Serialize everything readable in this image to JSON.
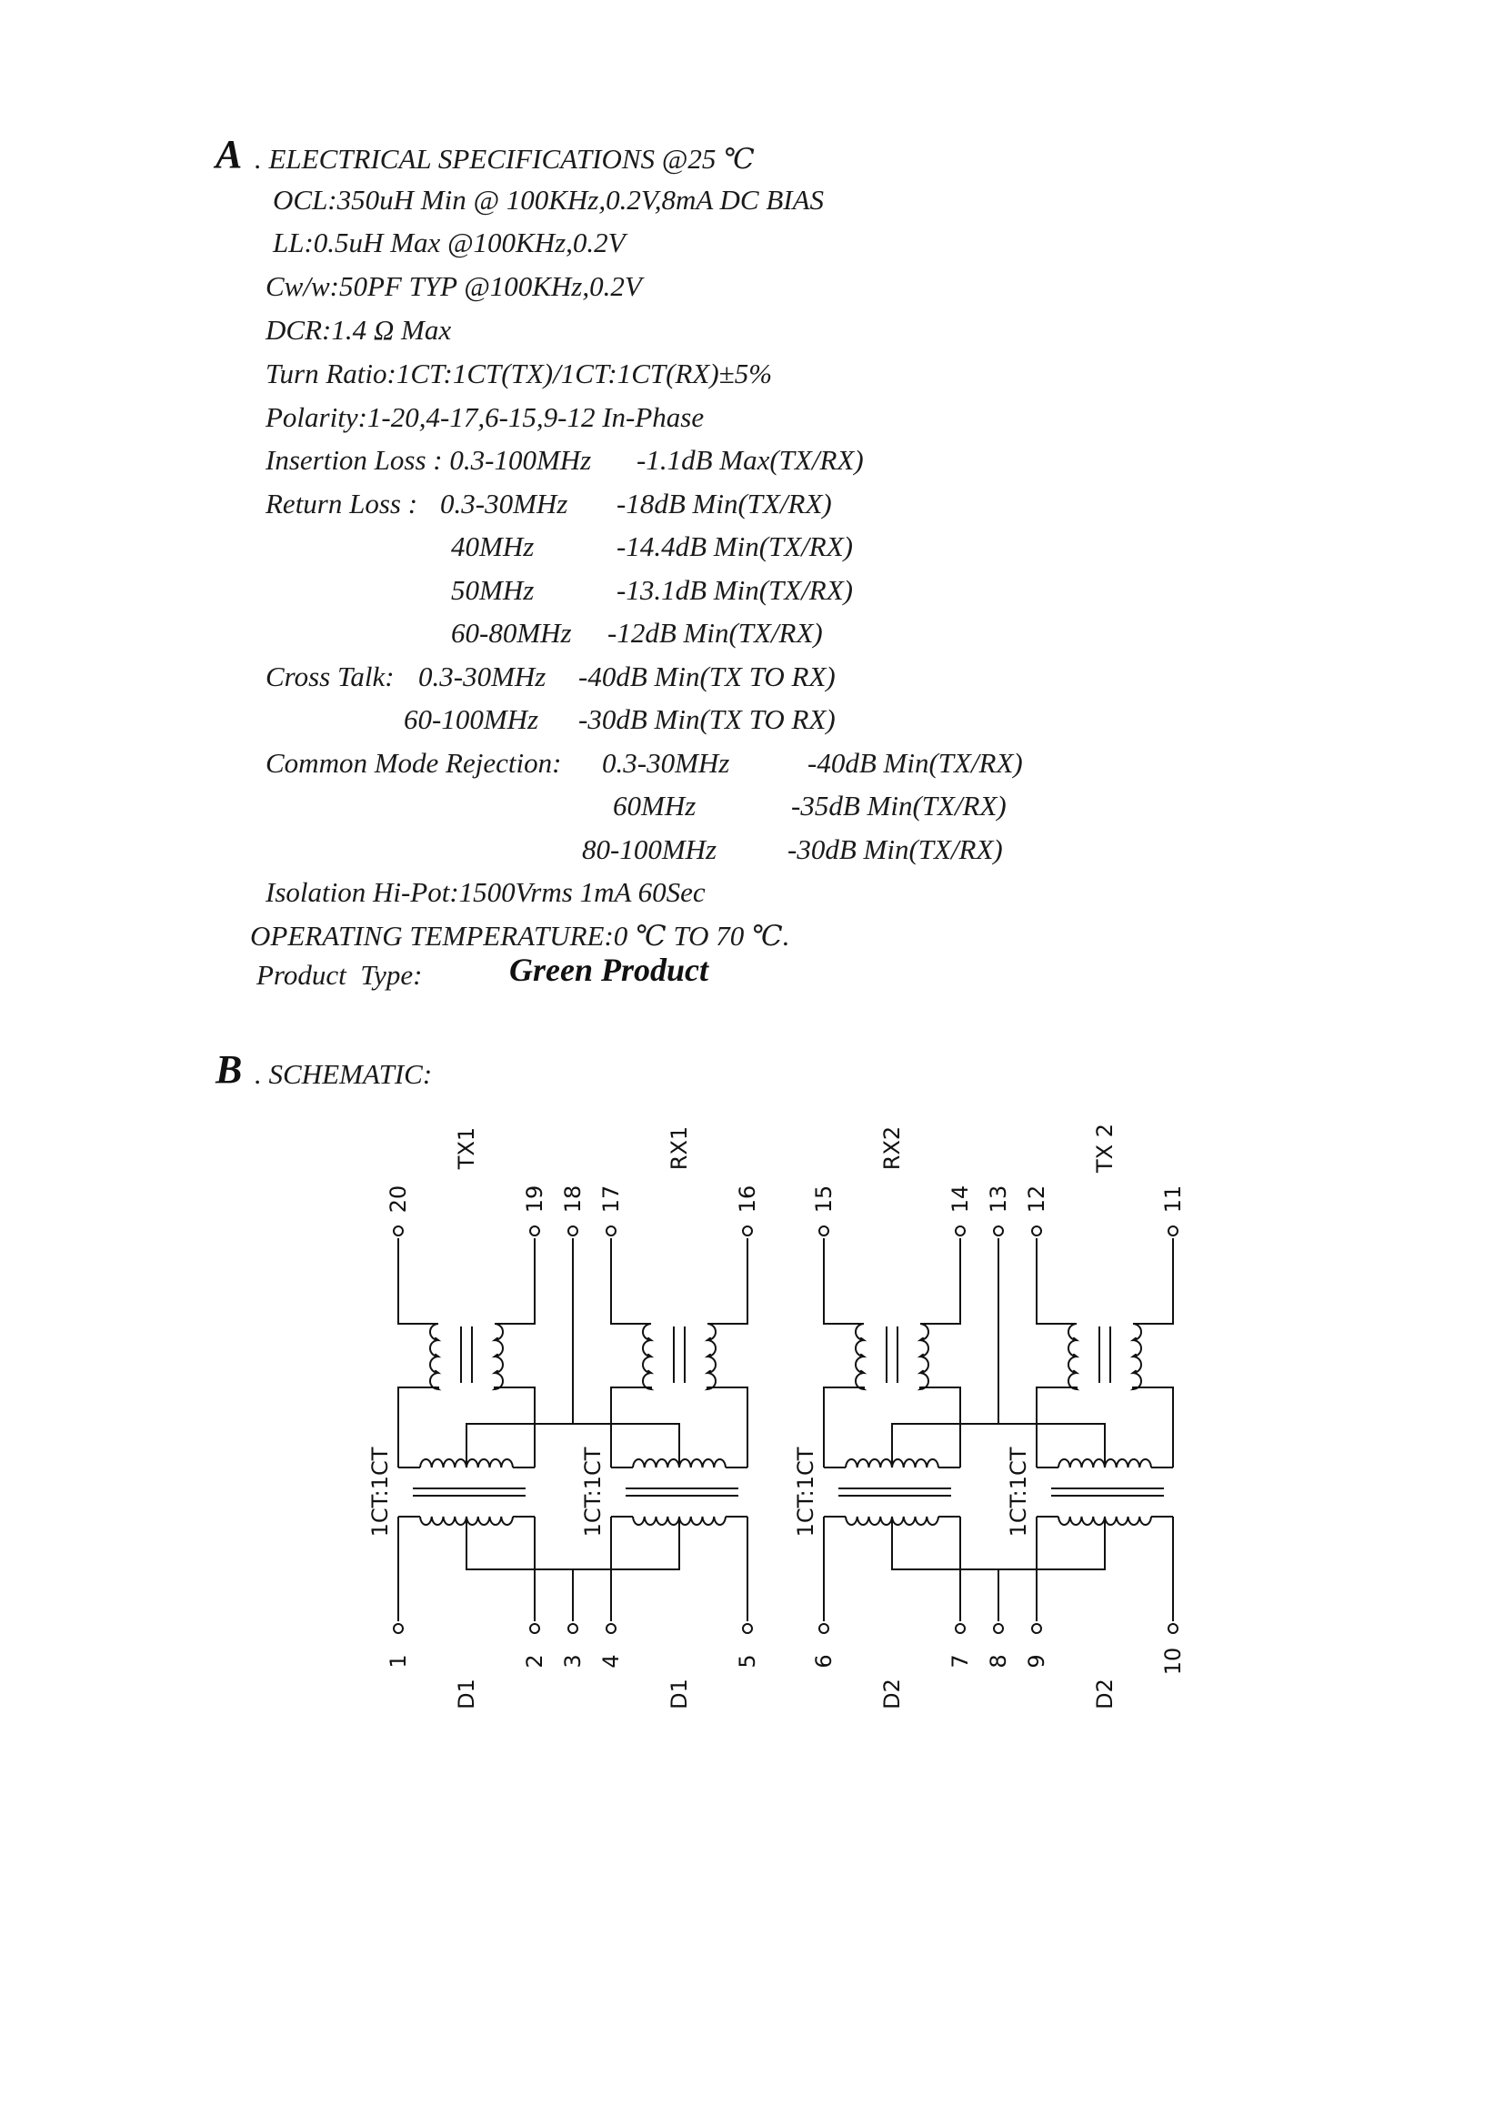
{
  "section_a": {
    "letter": "A",
    "title": ". ELECTRICAL SPECIFICATIONS @25 ℃",
    "ocl": "OCL:350uH Min @ 100KHz,0.2V,8mA DC BIAS",
    "ll": "LL:0.5uH Max @100KHz,0.2V",
    "cww": "Cw/w:50PF TYP @100KHz,0.2V",
    "dcr": "DCR:1.4 Ω Max",
    "turn_ratio": "Turn Ratio:1CT:1CT(TX)/1CT:1CT(RX)±5%",
    "polarity": "Polarity:1-20,4-17,6-15,9-12 In-Phase",
    "insertion_loss": {
      "label": "Insertion Loss : 0.3-100MHz",
      "value": "-1.1dB Max(TX/RX)"
    },
    "return_loss": {
      "label": "Return Loss :",
      "rows": [
        {
          "freq": "0.3-30MHz",
          "value": "-18dB Min(TX/RX)"
        },
        {
          "freq": "40MHz",
          "value": "-14.4dB Min(TX/RX)"
        },
        {
          "freq": "50MHz",
          "value": "-13.1dB Min(TX/RX)"
        },
        {
          "freq": "60-80MHz",
          "value": "-12dB Min(TX/RX)"
        }
      ]
    },
    "cross_talk": {
      "label": "Cross Talk:",
      "rows": [
        {
          "freq": "0.3-30MHz",
          "value": "-40dB Min(TX TO RX)"
        },
        {
          "freq": "60-100MHz",
          "value": "-30dB Min(TX TO RX)"
        }
      ]
    },
    "cmr": {
      "label": "Common Mode Rejection:",
      "rows": [
        {
          "freq": "0.3-30MHz",
          "value": "-40dB Min(TX/RX)"
        },
        {
          "freq": "60MHz",
          "value": "-35dB Min(TX/RX)"
        },
        {
          "freq": "80-100MHz",
          "value": "-30dB Min(TX/RX)"
        }
      ]
    },
    "isolation": "Isolation Hi-Pot:1500Vrms 1mA 60Sec",
    "operating_temp": "OPERATING TEMPERATURE:0 ℃ TO 70 ℃.",
    "product_type_label": "Product  Type:",
    "product_type_value": "Green Product"
  },
  "section_b": {
    "letter": "B",
    "title": ". SCHEMATIC:"
  },
  "schematic": {
    "top_labels": [
      "TX1",
      "RX1",
      "RX2",
      "TX 2"
    ],
    "bottom_labels": [
      "D1",
      "D1",
      "D2",
      "D2"
    ],
    "ratio_label": "1CT:1CT",
    "top_pins": [
      "20",
      "19",
      "18",
      "17",
      "16",
      "15",
      "14",
      "13",
      "12",
      "11"
    ],
    "bottom_pins": [
      "1",
      "2",
      "3",
      "4",
      "5",
      "6",
      "7",
      "8",
      "9",
      "10"
    ]
  }
}
